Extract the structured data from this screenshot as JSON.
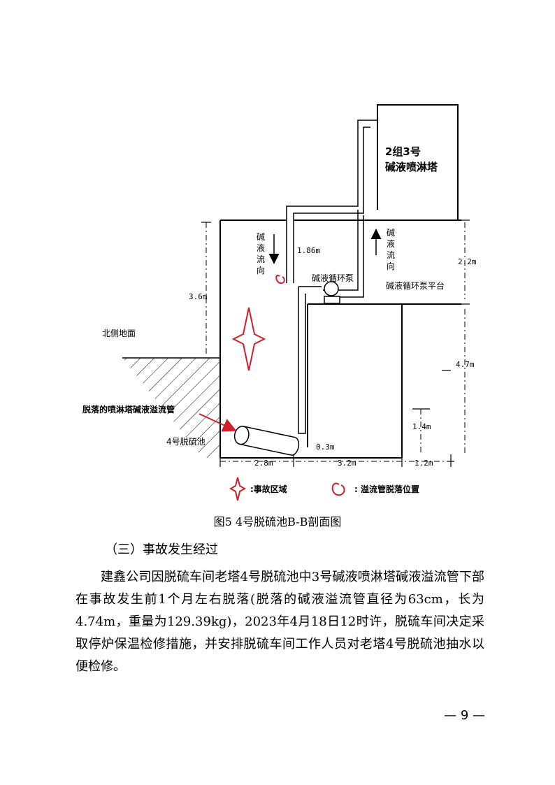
{
  "diagram": {
    "tower_label_line1": "2组3号",
    "tower_label_line2": "碱液喷淋塔",
    "flow_down_chars": [
      "碱",
      "液",
      "流",
      "向"
    ],
    "flow_up_chars": [
      "碱",
      "液",
      "流",
      "向"
    ],
    "pump_label": "碱液循环泵",
    "platform_label": "碱液循环泵平台",
    "north_ground_label": "北侧地面",
    "fallen_pipe_label": "脱落的喷淋塔碱液溢流管",
    "pool_label": "4号脱硫池",
    "dim_186": "1.86m",
    "dim_36": "3.6m",
    "dim_22": "2.2m",
    "dim_47": "4.7m",
    "dim_14": "1.4m",
    "dim_03": "0.3m",
    "dim_28": "2.8m",
    "dim_32": "3.2m",
    "dim_12": "1.2m",
    "legend_accident": ":事故区域",
    "legend_pipe": ": 溢流管脱落位置",
    "accent_color": "#d0202a"
  },
  "caption": "图5 4号脱硫池B-B剖面图",
  "heading": "（三）事故发生经过",
  "paragraph": "建鑫公司因脱硫车间老塔4号脱硫池中3号碱液喷淋塔碱液溢流管下部在事故发生前1个月左右脱落(脱落的碱液溢流管直径为63cm，长为4.74m，重量为129.39kg)，2023年4月18日12时许，脱硫车间决定采取停炉保温检修措施，并安排脱硫车间工作人员对老塔4号脱硫池抽水以便检修。",
  "page_number": "— 9 —"
}
